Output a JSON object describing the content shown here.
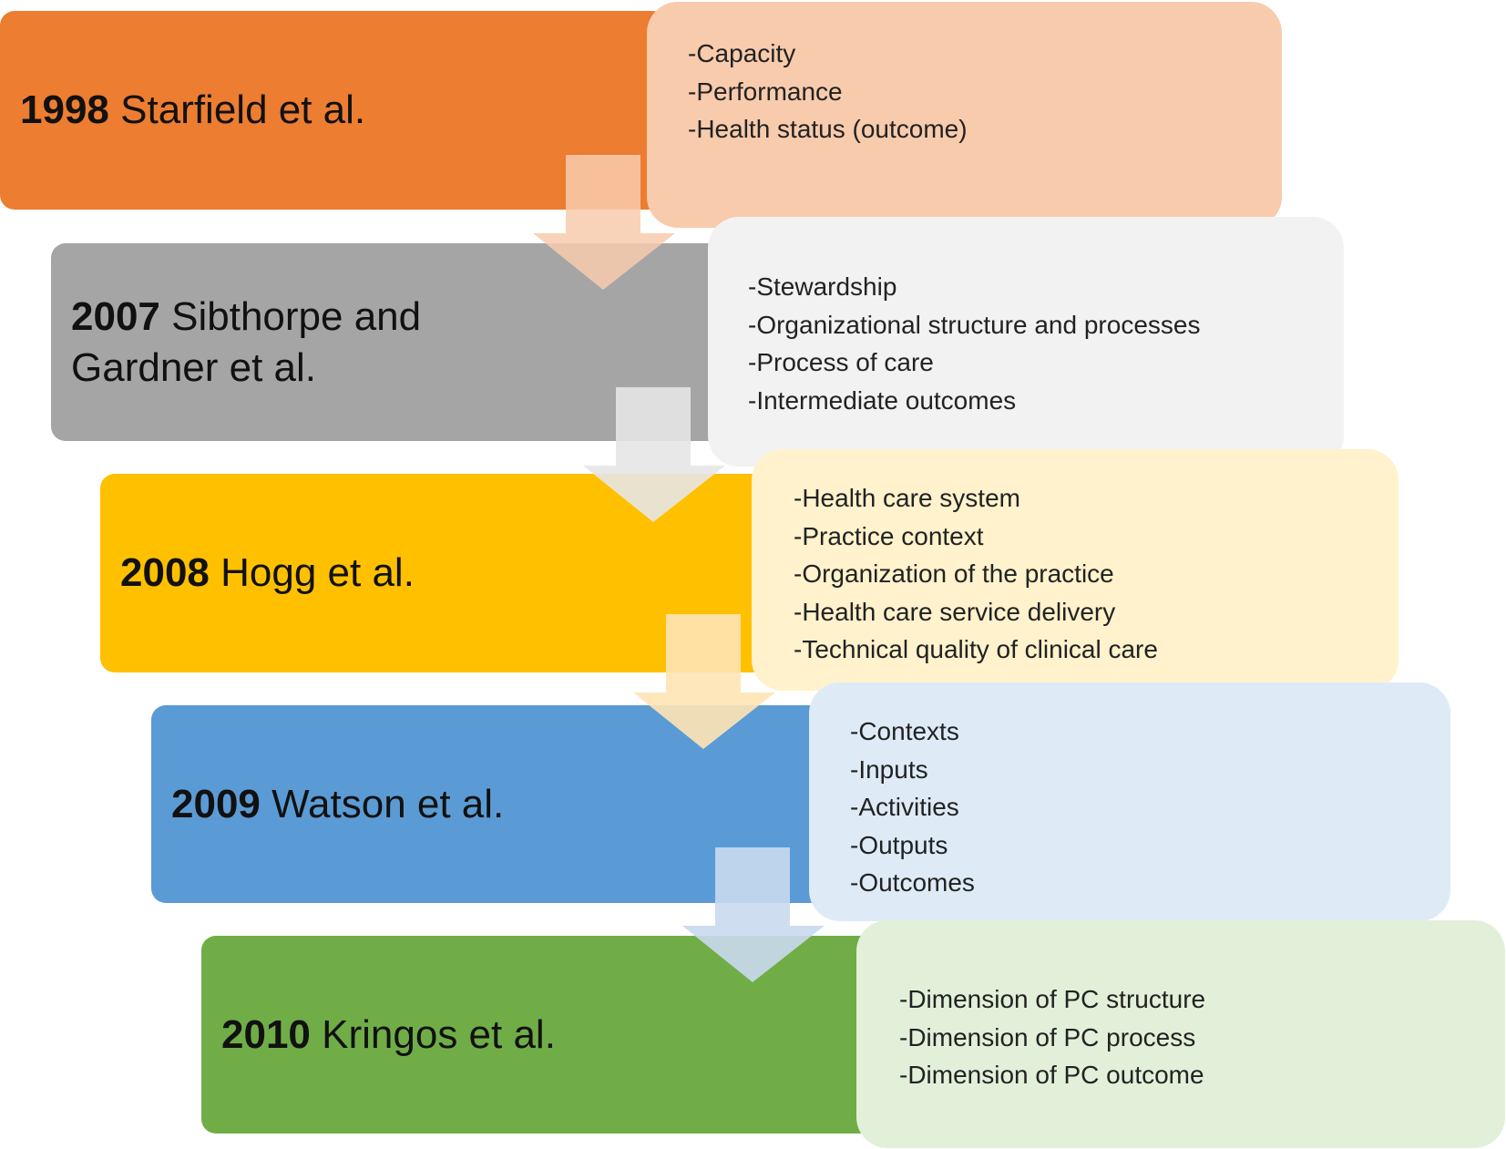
{
  "colors": {
    "row1_main": "#ED7D31",
    "row1_detail": "#F8CBAD",
    "row2_main": "#A5A5A5",
    "row2_detail": "#F2F2F2",
    "row3_main": "#FFC000",
    "row3_detail": "#FFF2CC",
    "row4_main": "#5B9BD5",
    "row4_detail": "#DEEBF7",
    "row5_main": "#70AD47",
    "row5_detail": "#E2F0D9",
    "arrow1": "#F8CBAD",
    "arrow2": "#E7E6E6",
    "arrow3": "#FFE4B5",
    "arrow4": "#C9D9EE"
  },
  "rows": [
    {
      "year": "1998",
      "authors": "Starfield et al.",
      "items": [
        "-Capacity",
        "-Performance",
        "-Health status (outcome)"
      ]
    },
    {
      "year": "2007",
      "authors": "Sibthorpe and\nGardner et al.",
      "items": [
        "-Stewardship",
        "-Organizational structure and processes",
        "-Process of care",
        "-Intermediate outcomes"
      ]
    },
    {
      "year": "2008",
      "authors": "Hogg et al.",
      "items": [
        "-Health care system",
        "-Practice context",
        "-Organization of the practice",
        "-Health care service delivery",
        "-Technical quality of clinical care"
      ]
    },
    {
      "year": "2009",
      "authors": "Watson et al.",
      "items": [
        "-Contexts",
        "-Inputs",
        "-Activities",
        "-Outputs",
        "-Outcomes"
      ]
    },
    {
      "year": "2010",
      "authors": "Kringos et al.",
      "items": [
        "-Dimension of PC structure",
        "-Dimension of PC process",
        "-Dimension of PC outcome"
      ]
    }
  ]
}
